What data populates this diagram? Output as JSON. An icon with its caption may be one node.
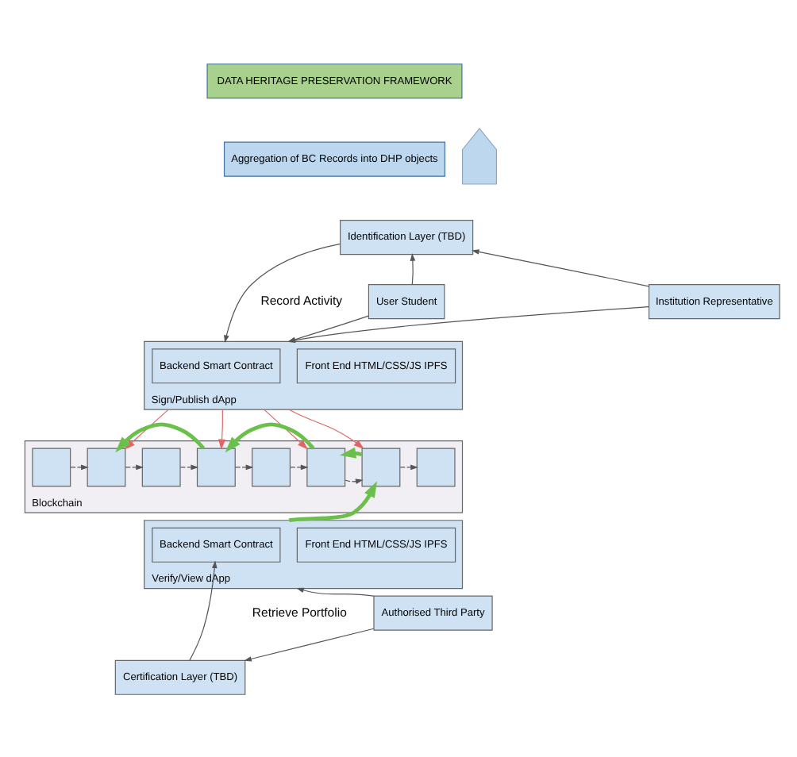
{
  "diagram": {
    "nodes": [
      {
        "text": [
          "DATA HERITAGE PRESERVATION FRAMEWORK"
        ]
      },
      {
        "text": [
          "Aggregation of BC Records into DHP objects"
        ]
      },
      {
        "text": [],
        "shape": "arrow"
      },
      {
        "text": [
          "Identification Layer (TBD)"
        ]
      },
      {
        "text": [
          "User Student"
        ]
      },
      {
        "text": [
          "Institution Representative"
        ]
      },
      {
        "text": [
          "Sign/Publish dApp"
        ]
      },
      {
        "text": [
          "Backend Smart Contract"
        ],
        "in": 6
      },
      {
        "text": [
          "Front End HTML/CSS/JS IPFS"
        ],
        "in": 6
      },
      {
        "text": [
          "Blockchain"
        ]
      },
      {
        "text": [],
        "shape": "box",
        "in": 9
      },
      {
        "text": [],
        "shape": "box",
        "in": 9
      },
      {
        "text": [],
        "shape": "box",
        "in": 9
      },
      {
        "text": [],
        "shape": "box",
        "in": 9
      },
      {
        "text": [],
        "shape": "box",
        "in": 9
      },
      {
        "text": [],
        "shape": "box",
        "in": 9
      },
      {
        "text": [],
        "shape": "box",
        "in": 9
      },
      {
        "text": [],
        "shape": "box",
        "in": 9
      },
      {
        "text": [
          "Authorised Third Party"
        ]
      },
      {
        "text": [
          "Verify/View dApp"
        ]
      },
      {
        "text": [
          "Backend Smart Contract"
        ],
        "in": 19
      },
      {
        "text": [
          "Front End HTML/CSS/JS IPFS"
        ],
        "in": 19
      },
      {
        "text": [
          "Certification Layer (TBD)"
        ]
      }
    ],
    "edges": [
      {
        "from": 4,
        "to": 3,
        "arrow": "to"
      },
      {
        "from": 4,
        "to": 6,
        "arrow": "to"
      },
      {
        "from": 5,
        "to": 3,
        "arrow": "to"
      },
      {
        "from": 5,
        "to": 6,
        "arrow": "to"
      },
      {
        "from": 3,
        "to": 6,
        "arrow": "to"
      },
      {
        "from": 6,
        "to": 11,
        "arrow": "to",
        "color": "#e06666"
      },
      {
        "from": 6,
        "to": 13,
        "arrow": "to",
        "color": "#e06666"
      },
      {
        "from": 6,
        "to": 15,
        "arrow": "to",
        "color": "#e06666"
      },
      {
        "from": 6,
        "to": 16,
        "arrow": "to",
        "color": "#e06666"
      },
      {
        "from": 10,
        "to": 11,
        "arrow": "to",
        "style": "dashed"
      },
      {
        "from": 11,
        "to": 12,
        "arrow": "to",
        "style": "dashed"
      },
      {
        "from": 12,
        "to": 13,
        "arrow": "to",
        "style": "dashed"
      },
      {
        "from": 13,
        "to": 14,
        "arrow": "to",
        "style": "dashed"
      },
      {
        "from": 14,
        "to": 15,
        "arrow": "to",
        "style": "dashed"
      },
      {
        "from": 15,
        "to": 16,
        "arrow": "to",
        "style": "dashed"
      },
      {
        "from": 16,
        "to": 17,
        "arrow": "to",
        "style": "dashed"
      },
      {
        "from": 19,
        "to": 16,
        "arrow": "to",
        "style": "thick",
        "color": "#6ac04a"
      },
      {
        "from": 16,
        "to": 15,
        "arrow": "to",
        "style": "thick",
        "color": "#6ac04a"
      },
      {
        "from": 15,
        "to": 13,
        "arrow": "to",
        "style": "thick",
        "color": "#6ac04a"
      },
      {
        "from": 13,
        "to": 11,
        "arrow": "to",
        "style": "thick",
        "color": "#6ac04a"
      },
      {
        "from": 22,
        "to": 20,
        "arrow": "to"
      },
      {
        "from": 18,
        "to": 19,
        "arrow": "to"
      },
      {
        "from": 18,
        "to": 22,
        "arrow": "to"
      }
    ],
    "labels": [
      "Record Activity",
      "Retrieve Portfolio"
    ]
  }
}
